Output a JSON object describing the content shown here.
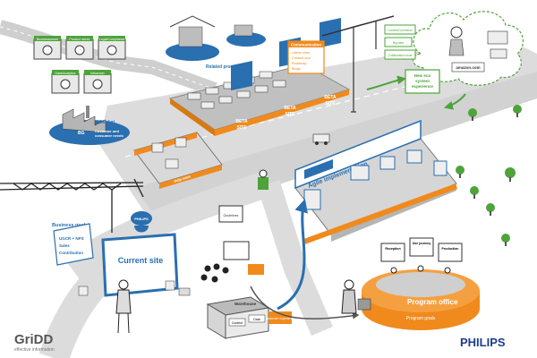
{
  "stakeholders": [
    "Businessowner",
    "Product owner",
    "Legal/Compliance",
    "Data/Analytics",
    "Influencer"
  ],
  "related_programs": "Related programs",
  "market": {
    "label": "Market",
    "sub1": "Customer and",
    "sub2": "consumer needs"
  },
  "bg": "BG",
  "communication": {
    "title": "Communication",
    "items": [
      "Latest news",
      "Content and",
      "Roadmap",
      "Blogs"
    ]
  },
  "beta_site": [
    "BETA",
    "SITE"
  ],
  "infra_label": "Infrastructure",
  "new_eco": [
    "New eco",
    "system",
    "experience"
  ],
  "cloud": {
    "items": [
      "Content/Commerce",
      "Big data",
      "Collaboration tools"
    ],
    "amazon": "amazon.com"
  },
  "agile": "Agile implementation",
  "continuous": "Continuous delivery & UX optimization",
  "business_goals": {
    "title": "Business goals",
    "items": [
      "UGCR + NPS",
      "Sales",
      "Contribution"
    ]
  },
  "brand_badge": "PHILIPS",
  "current_site": "Current site",
  "help_team": "Help team",
  "guidelines": "Guidelines",
  "warehouse": {
    "title": "Warehouse",
    "cells": [
      "Content",
      "Data"
    ]
  },
  "customer_experience": "Customer experience",
  "program_office": "Program office",
  "program_goals": "Program goals",
  "panels": [
    "Reception",
    "Use journey",
    "Production"
  ],
  "logo": {
    "word": "GriDD",
    "tagline": "effective information"
  },
  "brand": "PHILIPS",
  "colors": {
    "orange": "#f08a1c",
    "blue": "#2a6fb0",
    "green": "#4ea33a",
    "road": "#d9d9d9",
    "platform": "#b8b8b8"
  }
}
